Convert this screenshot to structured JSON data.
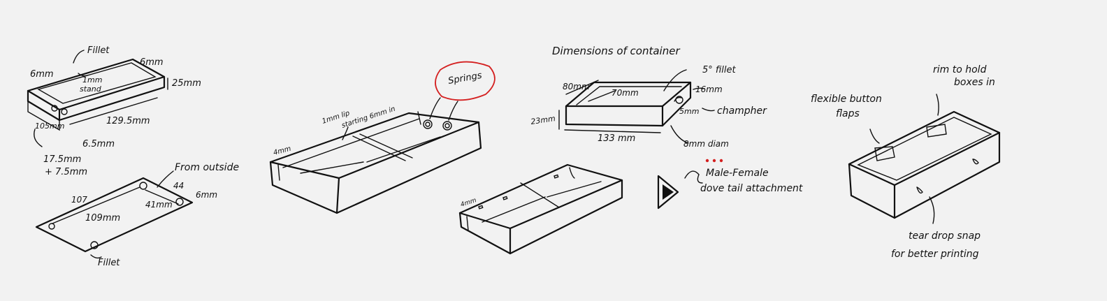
{
  "sketch_lid": {
    "fillet": "Fillet",
    "left_6mm": "6mm",
    "right_6mm": "6mm",
    "stand": "1mm\nstand",
    "height": "25mm",
    "length": "129.5mm",
    "side_dim": "105mm",
    "bottom_dim": "6.5mm",
    "note_line1": "17.5mm",
    "note_line2": "+ 7.5mm"
  },
  "sketch_base": {
    "from_outside": "From outside",
    "d44": "44",
    "d6": "6mm",
    "d41": "41mm",
    "d107": "107",
    "d109": "109mm",
    "fillet": "Fillet"
  },
  "sketch_tray": {
    "lip": "1mm lip",
    "starting": "starting 6mm in",
    "springs": "Springs",
    "gap": "4mm"
  },
  "sketch_tray2": {
    "gap": "4mm"
  },
  "sketch_container": {
    "title": "Dimensions of container",
    "d80": "80mm",
    "d70": "70mm",
    "fillet": "5° fillet",
    "d16": "16mm",
    "d23": "23mm",
    "d5": "5mm",
    "champher": "champher",
    "d133": "133 mm",
    "diam": "8mm diam",
    "male_female": "Male-Female",
    "dovetail": "dove tail attachment"
  },
  "sketch_box": {
    "flexible": "flexible button",
    "flaps": "flaps",
    "rim": "rim to hold",
    "boxes": "boxes in",
    "teardrop": "tear drop snap",
    "printing": "for better printing"
  }
}
